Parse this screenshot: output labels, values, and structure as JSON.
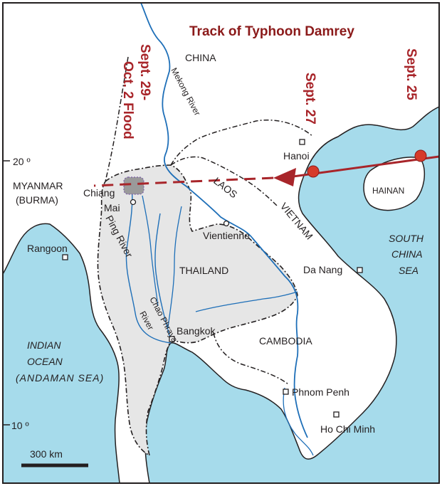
{
  "title": "Track of Typhoon Damrey",
  "storm_dates": {
    "sept25": "Sept. 25",
    "sept27": "Sept. 27",
    "flood_line1": "Sept. 29-",
    "flood_line2": "Oct. 2 Flood"
  },
  "countries": {
    "china": "CHINA",
    "myanmar_line1": "MYANMAR",
    "myanmar_line2": "(BURMA)",
    "laos": "LAOS",
    "thailand": "THAILAND",
    "vietnam": "VIETNAM",
    "cambodia": "CAMBODIA",
    "hainan": "HAINAN"
  },
  "cities": {
    "hanoi": "Hanoi",
    "chiang_line1": "Chiang",
    "chiang_line2": "Mai",
    "vientienne": "Vientienne",
    "rangoon": "Rangoon",
    "da_nang": "Da Nang",
    "bangkok": "Bangkok",
    "phnom_penh": "Phnom Penh",
    "ho_chi_minh": "Ho Chi Minh"
  },
  "rivers": {
    "mekong": "Mekong River",
    "ping": "Ping River",
    "chao_line1": "Chao Phraya",
    "chao_line2": "River"
  },
  "seas": {
    "south_china_1": "SOUTH",
    "south_china_2": "CHINA",
    "south_china_3": "SEA",
    "indian_1": "INDIAN",
    "indian_2": "OCEAN",
    "indian_3": "(ANDAMAN SEA)"
  },
  "latitudes": {
    "lat20": "20 º",
    "lat10": "10 º"
  },
  "scale": "300 km",
  "colors": {
    "sea": "#a6dbeb",
    "land": "#ffffff",
    "thailand": "#e6e6e6",
    "river": "#1e6fb8",
    "track": "#a8252a",
    "storm_point": "#d63a2a",
    "flood_area": "#9a9a9a"
  }
}
